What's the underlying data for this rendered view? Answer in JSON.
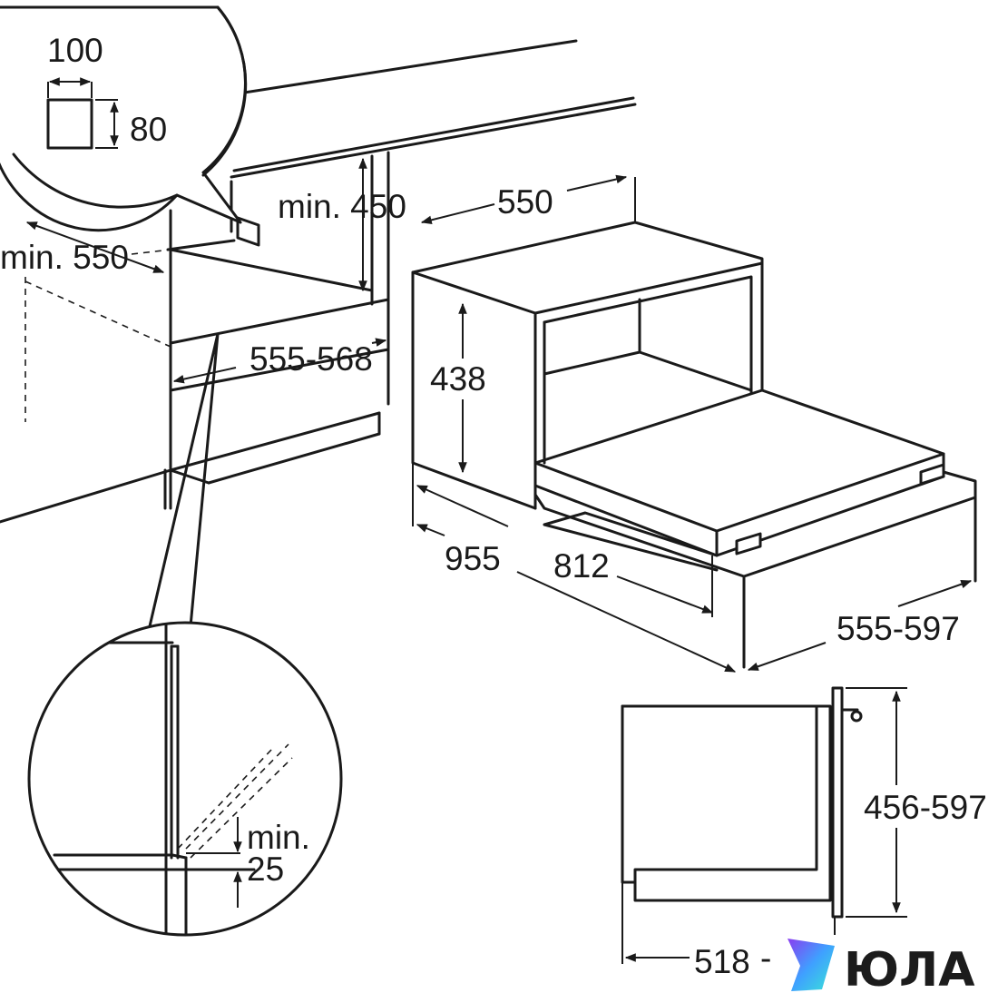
{
  "labels": {
    "inset_width": "100",
    "inset_height": "80",
    "min_550": "min. 550",
    "min_450": "min. 450",
    "cabinet_width": "555-568",
    "oven_width": "550",
    "oven_height": "438",
    "depth_open": "955",
    "depth": "812",
    "front_width": "555-597",
    "front_height": "456-597",
    "side_depth": "518",
    "min": "min.",
    "gap": "25",
    "dash": "-"
  },
  "watermark": {
    "text": "ЮЛА",
    "logo_icon": "yula-logo-icon",
    "colors": [
      "#8a3cf0",
      "#3fa0ff",
      "#39e6d6"
    ]
  }
}
